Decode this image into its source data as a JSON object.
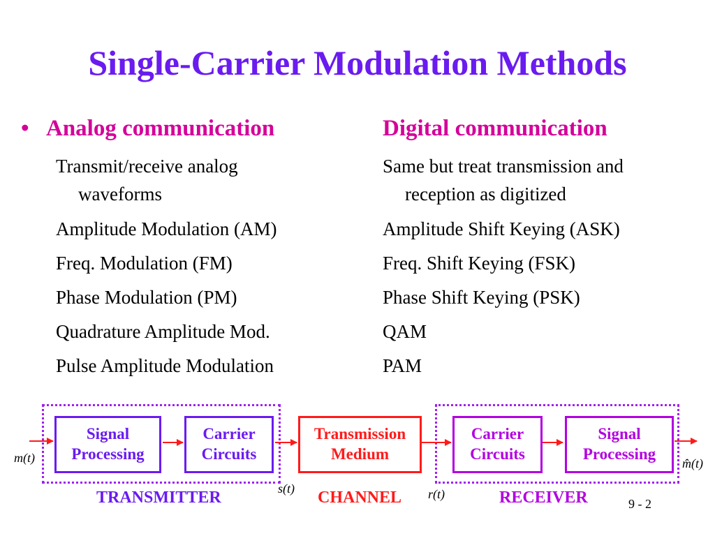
{
  "title": "Single-Carrier Modulation Methods",
  "colors": {
    "title": "#6a1bf0",
    "heading": "#d4009a",
    "transmitter": "#6a1bf0",
    "channel": "#ff1a1a",
    "receiver": "#b300e0",
    "arrow": "#ff1a1a"
  },
  "left_column": {
    "bullet": "•",
    "heading": "Analog communication",
    "items": [
      "Transmit/receive analog",
      "waveforms",
      "Amplitude Modulation (AM)",
      "Freq. Modulation (FM)",
      "Phase Modulation (PM)",
      "Quadrature Amplitude Mod.",
      "Pulse Amplitude Modulation"
    ]
  },
  "right_column": {
    "heading": "Digital communication",
    "items": [
      "Same but treat transmission and",
      "reception as digitized",
      "Amplitude Shift Keying (ASK)",
      "Freq. Shift Keying (FSK)",
      "Phase Shift Keying (PSK)",
      "QAM",
      "PAM"
    ]
  },
  "diagram": {
    "blocks": {
      "tx_signal_processing": [
        "Signal",
        "Processing"
      ],
      "tx_carrier_circuits": [
        "Carrier",
        "Circuits"
      ],
      "channel_medium": [
        "Transmission",
        "Medium"
      ],
      "rx_carrier_circuits": [
        "Carrier",
        "Circuits"
      ],
      "rx_signal_processing": [
        "Signal",
        "Processing"
      ]
    },
    "sections": {
      "transmitter": "TRANSMITTER",
      "channel": "CHANNEL",
      "receiver": "RECEIVER"
    },
    "signals": {
      "input": "m(t)",
      "transmitted": "s(t)",
      "received": "r(t)",
      "output": "m̂(t)"
    }
  },
  "page_number": "9 - 2"
}
